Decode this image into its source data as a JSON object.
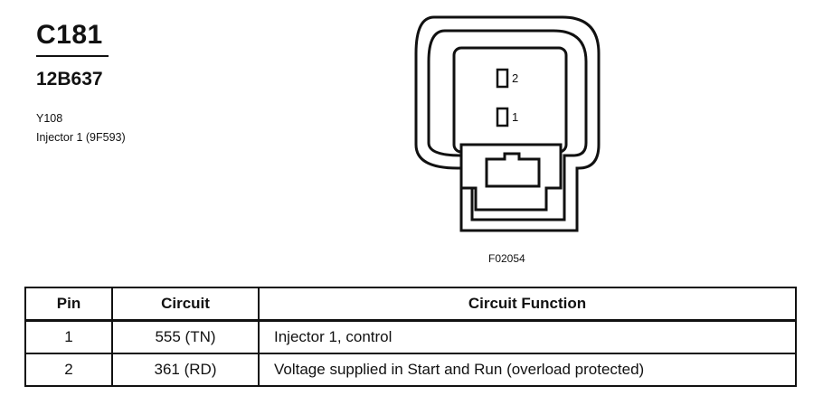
{
  "connector": {
    "id": "C181",
    "part_number": "12B637",
    "location": "Y108",
    "description": "Injector 1 (9F593)",
    "figure_id": "F02054",
    "pin_labels": [
      "2",
      "1"
    ]
  },
  "pin_table": {
    "headers": [
      "Pin",
      "Circuit",
      "Circuit Function"
    ],
    "rows": [
      {
        "pin": "1",
        "circuit": "555 (TN)",
        "function": "Injector 1, control"
      },
      {
        "pin": "2",
        "circuit": "361 (RD)",
        "function": "Voltage supplied in Start and Run (overload protected)"
      }
    ]
  }
}
